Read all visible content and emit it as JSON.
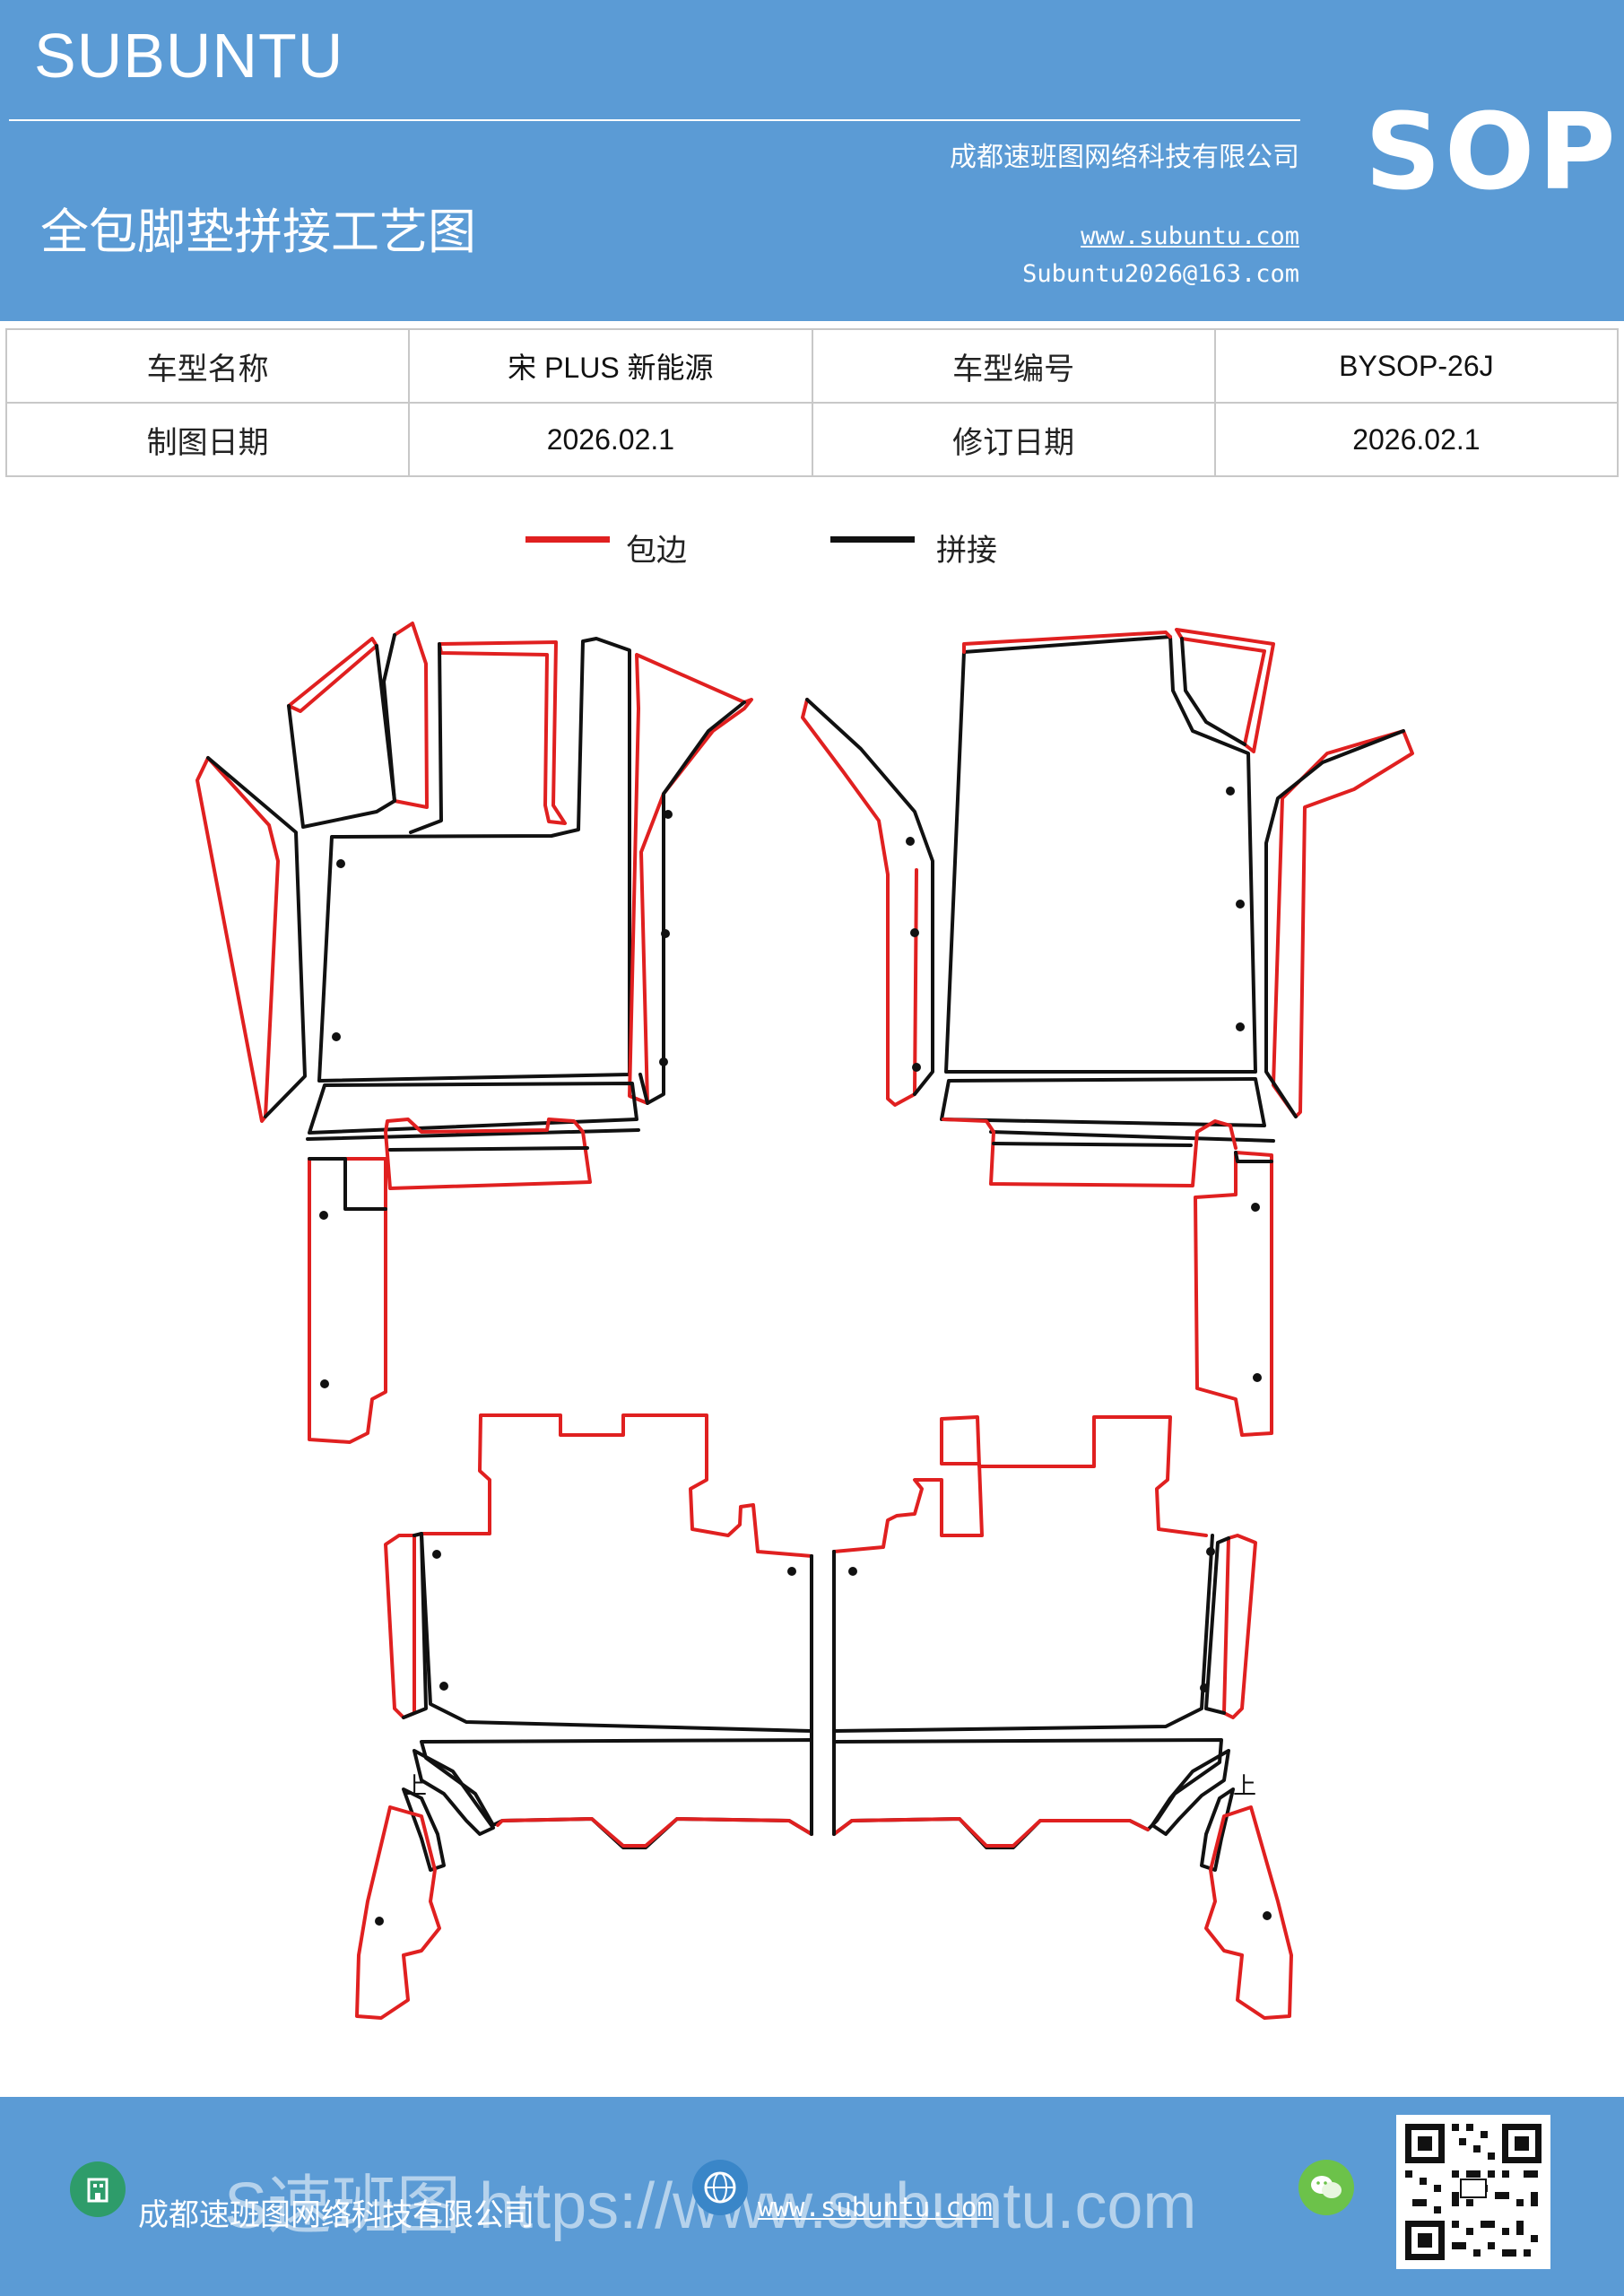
{
  "header": {
    "brand": "SUBUNTU",
    "badge": "SOP",
    "title": "全包脚垫拼接工艺图",
    "company": "成都速班图网络科技有限公司",
    "website": "www.subuntu.com",
    "email": "Subuntu2026@163.com",
    "color": "#5b9bd5"
  },
  "info": {
    "model_name_label": "车型名称",
    "model_name_value": "宋 PLUS 新能源",
    "model_code_label": "车型编号",
    "model_code_value": "BYSOP-26J",
    "draw_date_label": "制图日期",
    "draw_date_value": "2026.02.1",
    "revise_date_label": "修订日期",
    "revise_date_value": "2026.02.1"
  },
  "legend": {
    "edge_label": "包边",
    "edge_color": "#e02020",
    "joint_label": "拼接",
    "joint_color": "#111111"
  },
  "diagram": {
    "rear_left_mark": "上",
    "rear_right_mark": "上"
  },
  "footer": {
    "company": "成都速班图网络科技有限公司",
    "website": "www.subuntu.com",
    "watermark": "S速班图 https://www.subuntu.com",
    "left_icon": "building-icon",
    "mid_icon": "globe-icon",
    "right_icon": "wechat-icon"
  }
}
